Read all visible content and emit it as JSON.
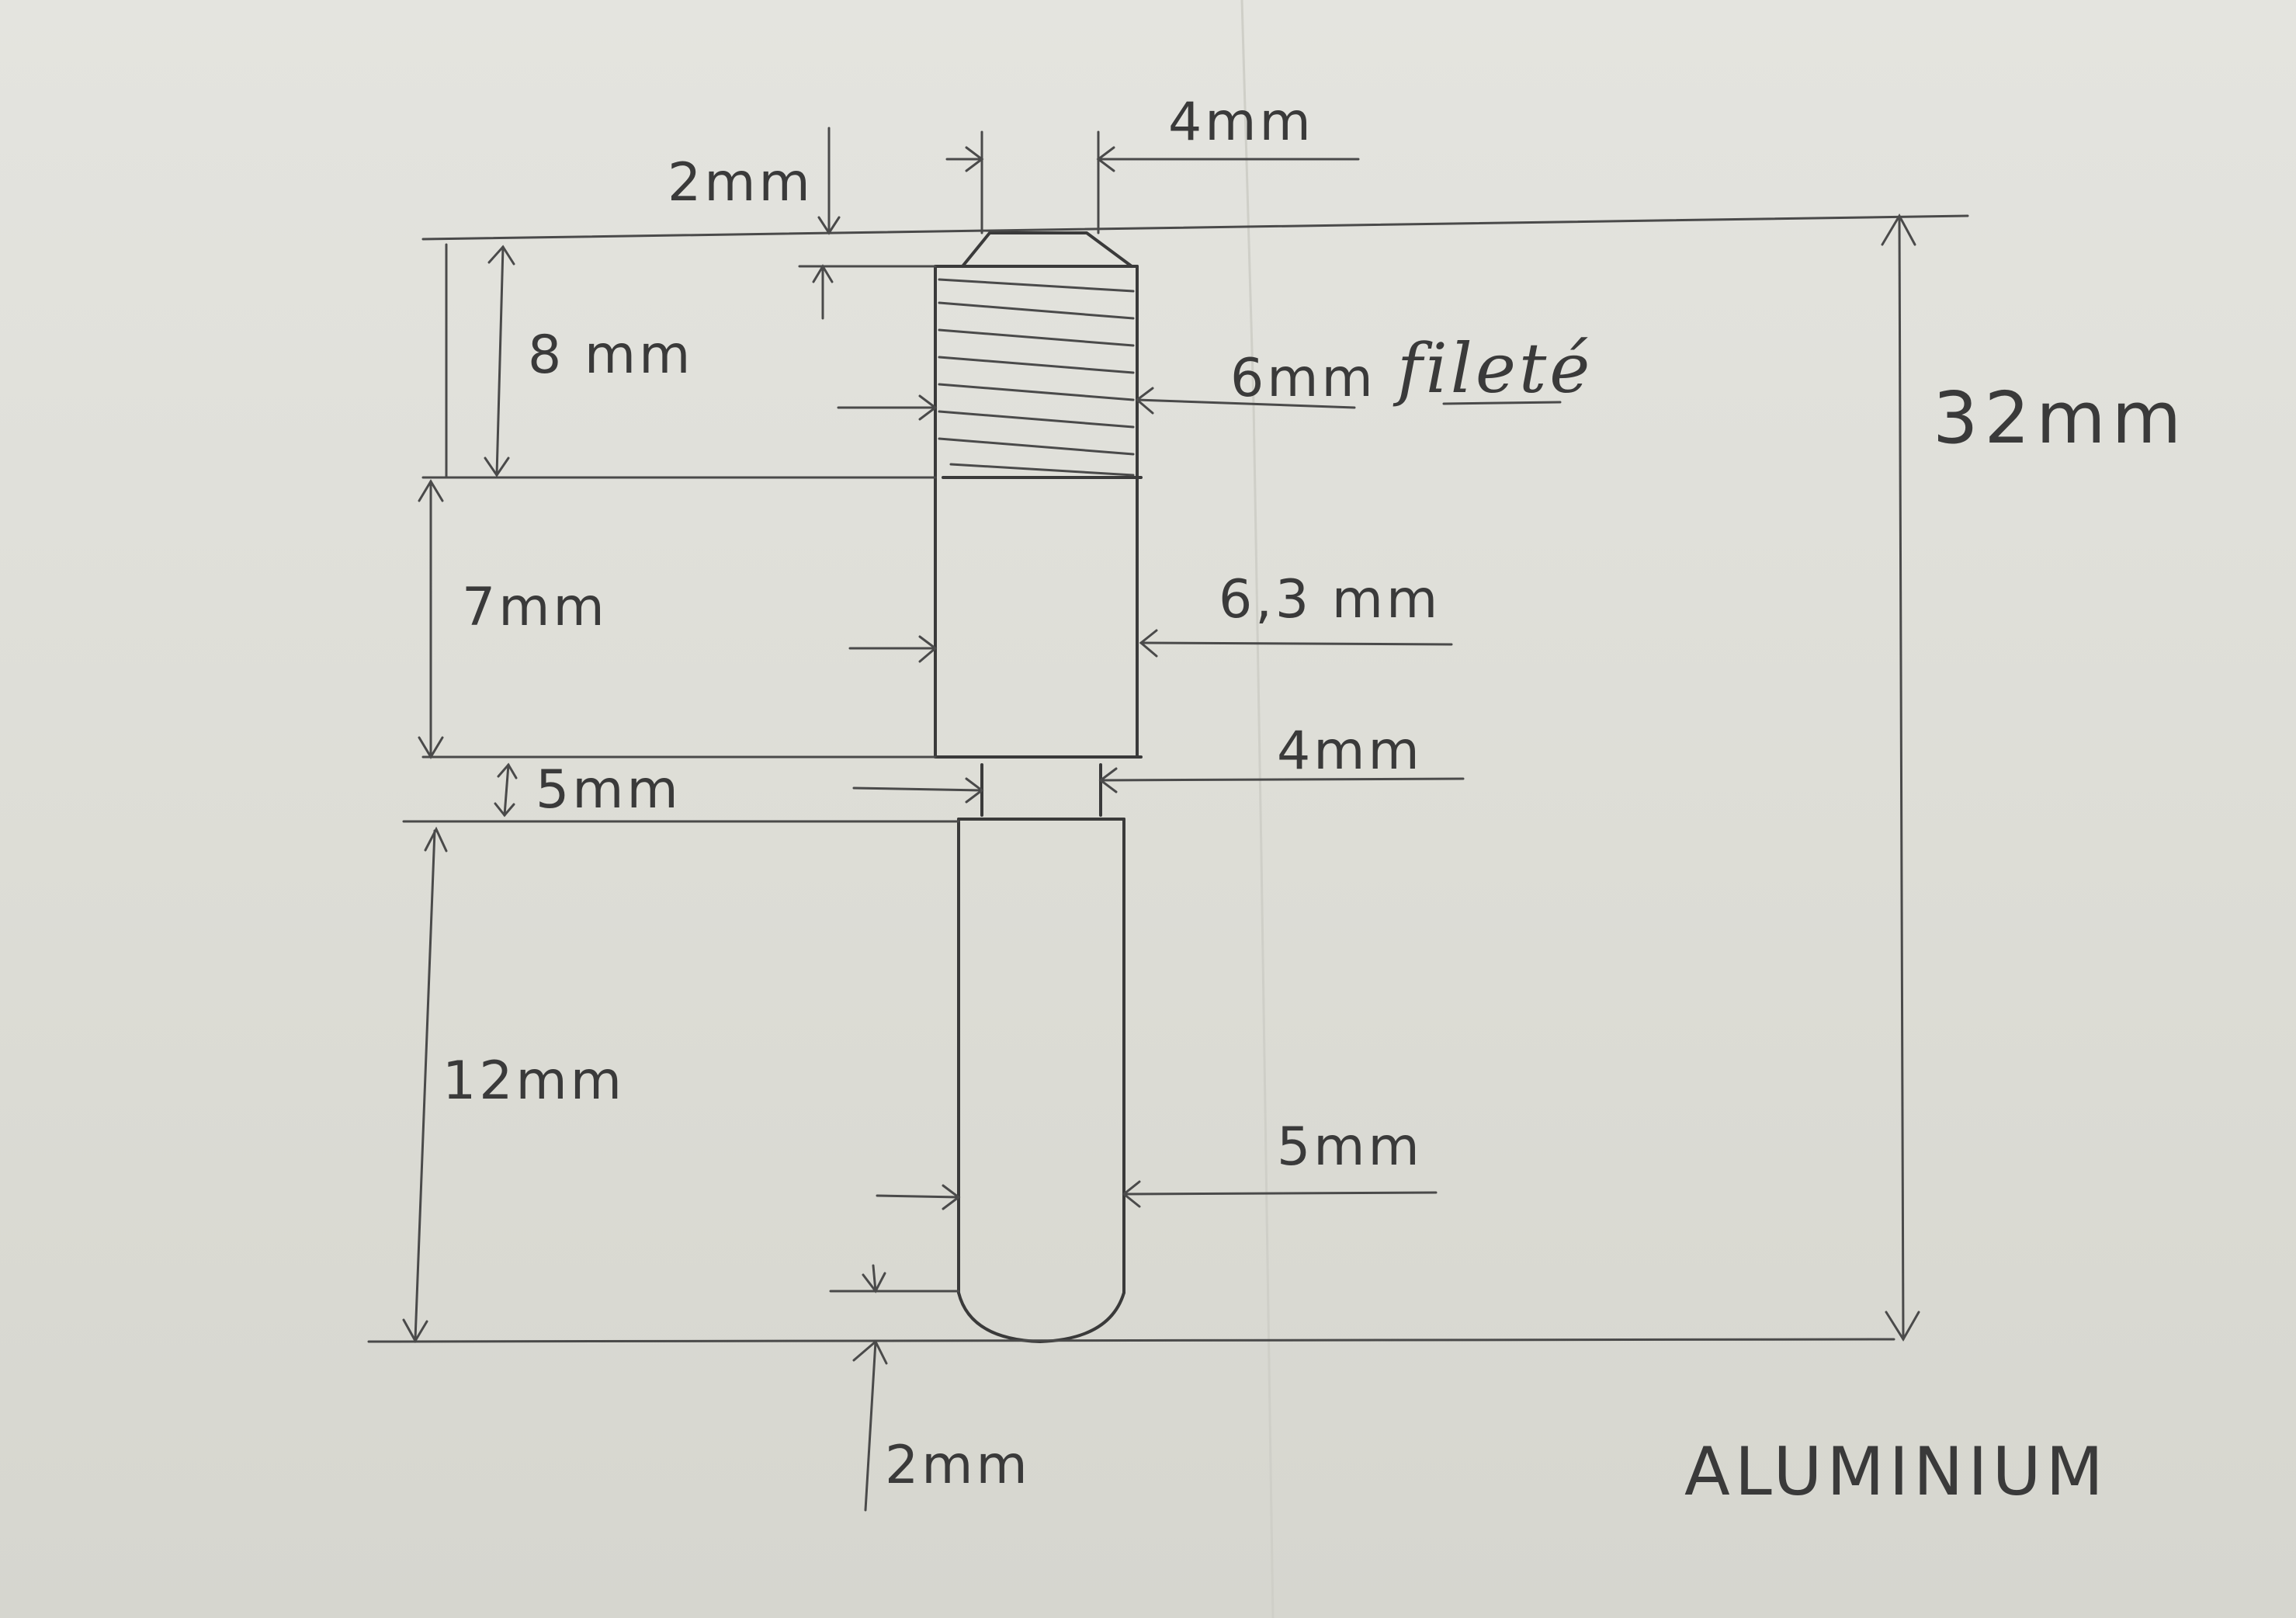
{
  "dimensions": {
    "top_chamfer_width": "4mm",
    "top_chamfer_height": "2mm",
    "threaded_length": "8 mm",
    "threaded_diameter": "6mm",
    "threaded_note": "fileté",
    "shank_length": "7mm",
    "shank_diameter": "6,3 mm",
    "neck_length": "5mm",
    "neck_diameter": "4mm",
    "pin_length": "12mm",
    "pin_diameter": "5mm",
    "end_radius_height": "2mm",
    "total_length": "32mm"
  },
  "material": "ALUMINIUM"
}
